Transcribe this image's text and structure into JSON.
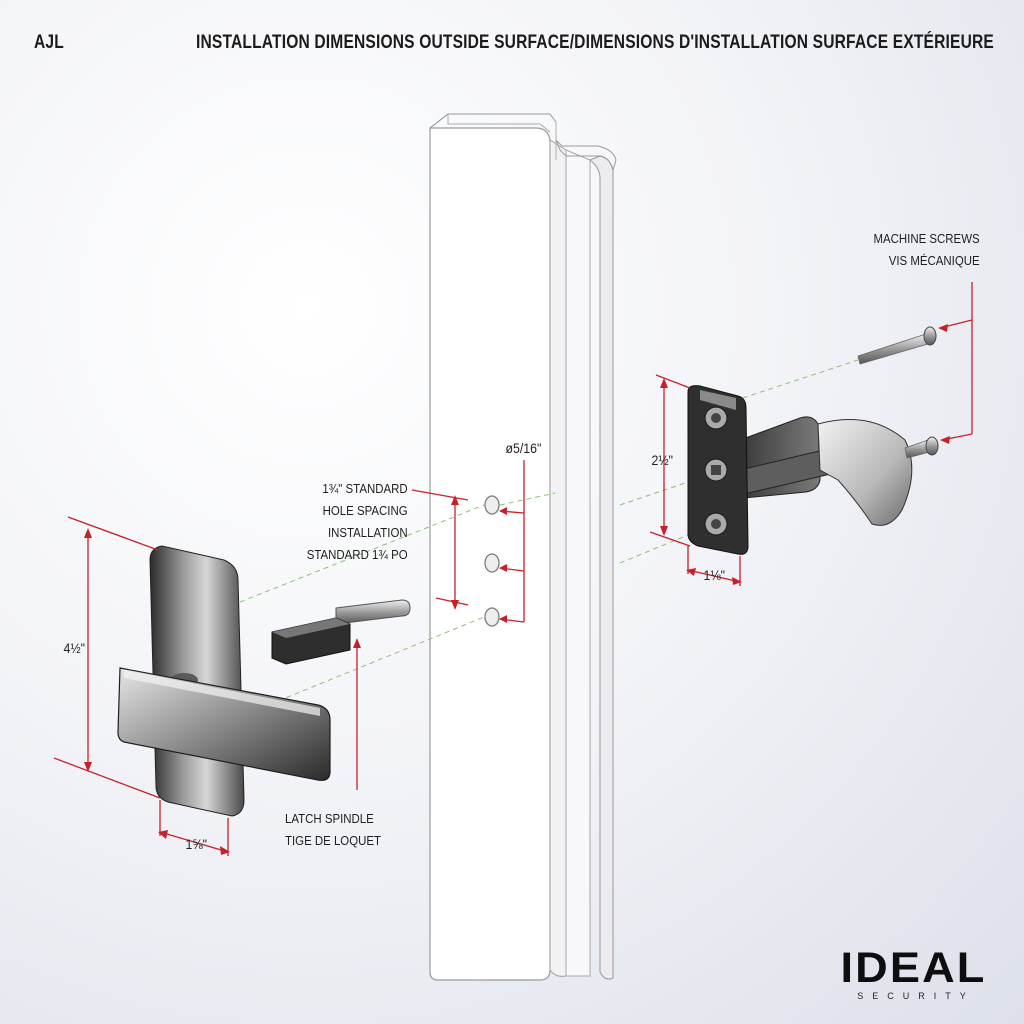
{
  "header": {
    "model": "AJL",
    "title": "INSTALLATION DIMENSIONS OUTSIDE SURFACE/DIMENSIONS D'INSTALLATION SURFACE EXTÉRIEURE"
  },
  "labels": {
    "machine_screws_en": "MACHINE SCREWS",
    "machine_screws_fr": "VIS MÉCANIQUE",
    "spacing_line1": "1¾\" STANDARD",
    "spacing_line2": "HOLE SPACING",
    "spacing_line3": "INSTALLATION",
    "spacing_line4": "STANDARD 1¾ PO",
    "latch_spindle_en": "LATCH SPINDLE",
    "latch_spindle_fr": "TIGE DE LOQUET"
  },
  "dimensions": {
    "hole_diameter": "ø5/16\"",
    "bracket_height": "2½\"",
    "bracket_width": "1⅛\"",
    "handle_height": "4½\"",
    "handle_width": "1⅝\""
  },
  "logo": {
    "word": "IDEAL",
    "sub": "SECURITY"
  },
  "colors": {
    "dimension_line": "#c8202a",
    "guide_line": "#8fbf7a",
    "text": "#1e1e1e"
  }
}
